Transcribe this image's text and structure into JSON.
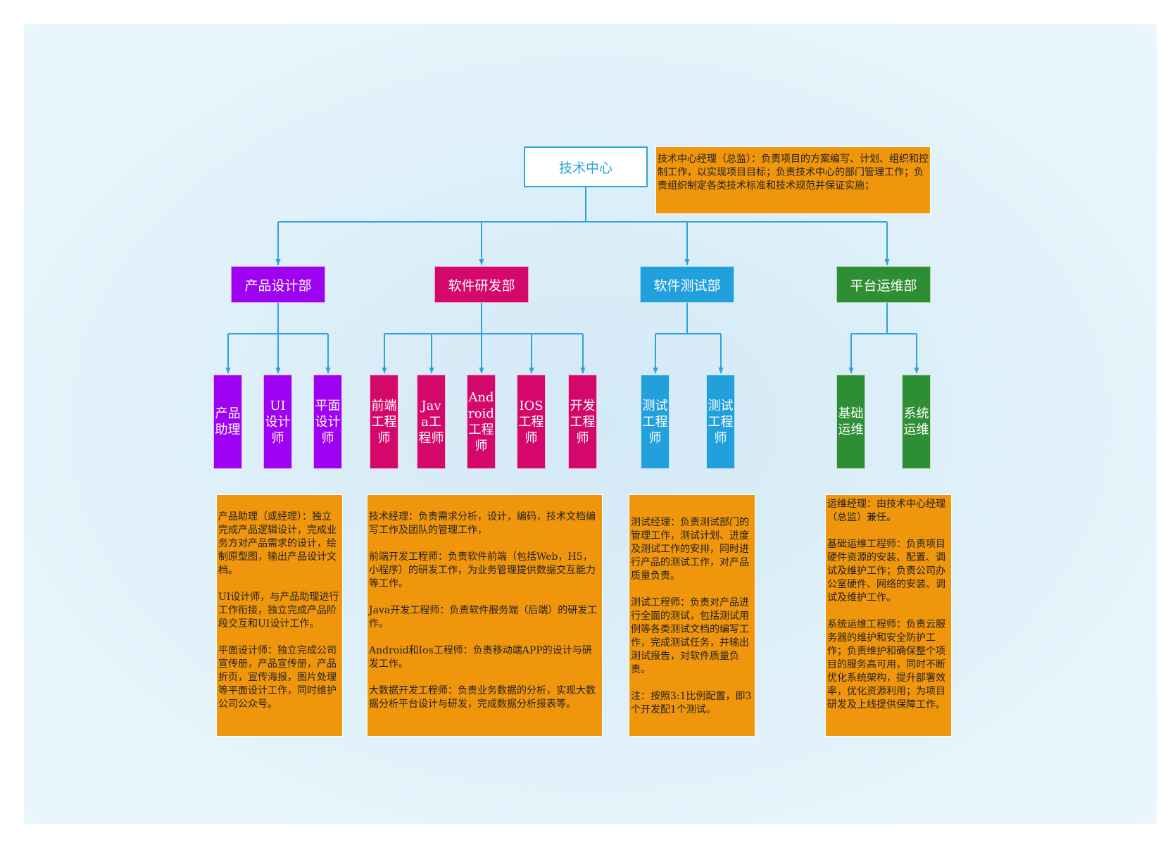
{
  "colors": {
    "connector": "#2ea3dc",
    "root_border": "#2ea3dc",
    "product_design": "#9e00f2",
    "software_dev": "#d4086b",
    "software_test": "#21a0dc",
    "platform_ops": "#2e8e33",
    "description_box": "#f0960c"
  },
  "root": {
    "label": "技术中心",
    "description": "技术中心经理（总监）：负责项目的方案编写、计划、组织和控制工作，以实现项目目标；负责技术中心的部门管理工作；负责组织制定各类技术标准和技术规范并保证实施；"
  },
  "departments": [
    {
      "label": "产品设计部",
      "roles": [
        "产品助理",
        "UI设计师",
        "平面设计师"
      ],
      "description": "产品助理（或经理）：独立完成产品逻辑设计，完成业务方对产品需求的设计，绘制原型图，输出产品设计文档。\n\nUI设计师，与产品助理进行工作衔接，独立完成产品阶段交互和UI设计工作。\n\n平面设计师：独立完成公司宣传册，产品宣传册，产品折页，宣传海报，图片处理等平面设计工作，同时维护公司公众号。"
    },
    {
      "label": "软件研发部",
      "roles": [
        "前端工程师",
        "Java工程师",
        "Android工程师",
        "IOS工程师",
        "开发工程师"
      ],
      "description": "技术经理：负责需求分析，设计，编码，技术文档编写工作及团队的管理工作，\n\n前端开发工程师：负责软件前端（包括Web，H5，小程序）的研发工作，为业务管理提供数据交互能力等工作。\n\nJava开发工程师：负责软件服务端（后端）的研发工作。\n\nAndroid和Ios工程师：负责移动端APP的设计与研发工作。\n\n大数据开发工程师：负责业务数据的分析，实现大数据分析平台设计与研发，完成数据分析报表等。"
    },
    {
      "label": "软件测试部",
      "roles": [
        "测试工程师",
        "测试工程师"
      ],
      "description": "测试经理：负责测试部门的管理工作，测试计划、进度及测试工作的安排，同时进行产品的测试工作，对产品质量负责。\n\n测试工程师：负责对产品进行全面的测试，包括测试用例等各类测试文档的编写工作，完成测试任务，并输出测试报告，对软件质量负责。\n\n注：按照3:1比例配置，即3个开发配1个测试。"
    },
    {
      "label": "平台运维部",
      "roles": [
        "基础运维",
        "系统运维"
      ],
      "description": "运维经理：由技术中心经理（总监）兼任。\n\n基础运维工程师：负责项目硬件资源的安装、配置、调试及维护工作；负责公司办公室硬件、网络的安装、调试及维护工作。\n\n系统运维工程师：负责云服务器的维护和安全防护工作；负责维护和确保整个项目的服务高可用，同时不断优化系统架构，提升部署效率，优化资源利用；为项目研发及上线提供保障工作。"
    }
  ]
}
